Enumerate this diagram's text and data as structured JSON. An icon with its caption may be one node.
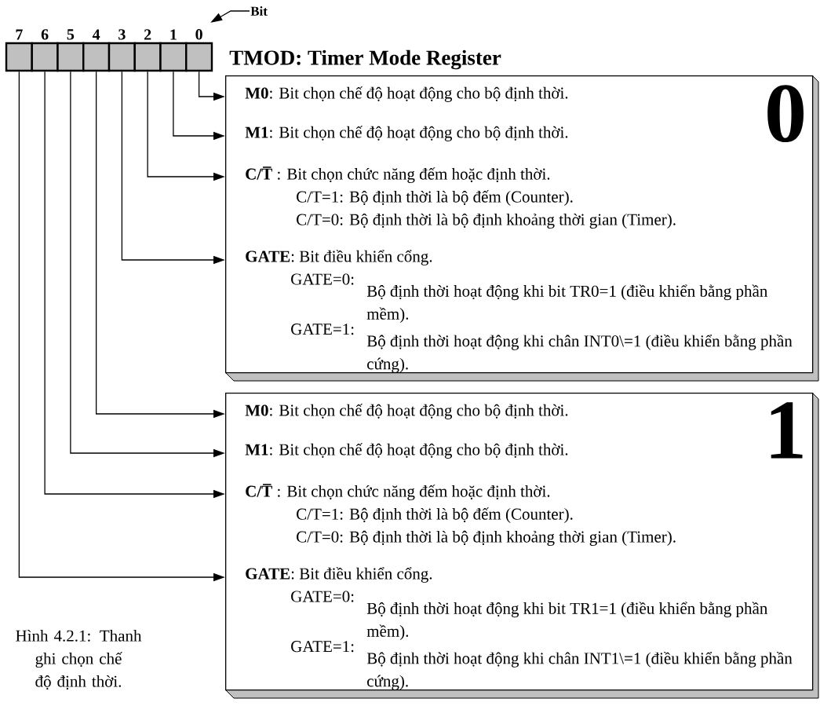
{
  "diagram": {
    "title": "TMOD: Timer Mode Register",
    "caption": "Hình 4.2.1: Thanh ghi chọn chế độ định thời.",
    "nodes": [
      {
        "text": [],
        "shape": "box",
        "beside": [
          "7"
        ]
      },
      {
        "text": [],
        "shape": "box",
        "beside": [
          "6"
        ]
      },
      {
        "text": [],
        "shape": "box",
        "beside": [
          "5"
        ]
      },
      {
        "text": [],
        "shape": "box",
        "beside": [
          "4"
        ]
      },
      {
        "text": [],
        "shape": "box",
        "beside": [
          "3"
        ]
      },
      {
        "text": [],
        "shape": "box",
        "beside": [
          "2"
        ]
      },
      {
        "text": [],
        "shape": "box",
        "beside": [
          "1"
        ]
      },
      {
        "text": [],
        "shape": "box",
        "beside": [
          "0"
        ]
      },
      {
        "text": [
          "Bit"
        ]
      },
      {
        "text": [
          "0"
        ]
      },
      {
        "text": [
          "**M0**: Bit chọn chế độ hoạt động cho bộ định thời."
        ],
        "in": 9
      },
      {
        "text": [
          "**M1**: Bit chọn chế độ hoạt động cho bộ định thời."
        ],
        "in": 9
      },
      {
        "text": [
          "**C/T̅**: Bit chọn chức năng đếm hoặc định thời.",
          "C/T=1: Bộ định thời là bộ đếm (Counter).",
          "C/T=0: Bộ định thời là bộ định khoảng thời gian (Timer)."
        ],
        "in": 9
      },
      {
        "text": [
          "**GATE**: Bit điều khiển cổng.",
          "GATE=0:",
          "Bộ định thời hoạt động khi bit TR0=1 (điều khiển bằng phần mềm).",
          "GATE=1:",
          "Bộ định thời hoạt động khi chân INT0\\=1 (điều khiển bằng phần cứng)."
        ],
        "in": 9
      },
      {
        "text": [
          "1"
        ]
      },
      {
        "text": [
          "**M0**: Bit chọn chế độ hoạt động cho bộ định thời."
        ],
        "in": 14
      },
      {
        "text": [
          "**M1**: Bit chọn chế độ hoạt động cho bộ định thời."
        ],
        "in": 14
      },
      {
        "text": [
          "**C/T̅**: Bit chọn chức năng đếm hoặc định thời.",
          "C/T=1: Bộ định thời là bộ đếm (Counter).",
          "C/T=0: Bộ định thời là bộ định khoảng thời gian (Timer)."
        ],
        "in": 14
      },
      {
        "text": [
          "**GATE**: Bit điều khiển cổng.",
          "GATE=0:",
          "Bộ định thời hoạt động khi bit TR1=1 (điều khiển bằng phần mềm).",
          "GATE=1:",
          "Bộ định thời hoạt động khi chân INT1\\=1 (điều khiển bằng phần cứng)."
        ],
        "in": 14
      }
    ],
    "edges": [
      {
        "from": 8,
        "to": 7,
        "arrow": "to"
      },
      {
        "from": 7,
        "to": 10,
        "arrow": "to"
      },
      {
        "from": 6,
        "to": 11,
        "arrow": "to"
      },
      {
        "from": 5,
        "to": 12,
        "arrow": "to"
      },
      {
        "from": 4,
        "to": 13,
        "arrow": "to"
      },
      {
        "from": 3,
        "to": 15,
        "arrow": "to"
      },
      {
        "from": 2,
        "to": 16,
        "arrow": "to"
      },
      {
        "from": 1,
        "to": 17,
        "arrow": "to"
      },
      {
        "from": 0,
        "to": 18,
        "arrow": "to"
      }
    ]
  }
}
